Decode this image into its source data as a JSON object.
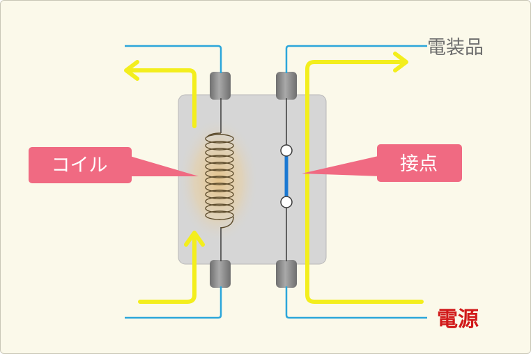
{
  "labels": {
    "coil": "コイル",
    "contact": "接点",
    "load": "電装品",
    "power": "電源"
  },
  "colors": {
    "background": "#fbf9ea",
    "housing": "#d6d6d6",
    "terminal": "#8c8c8c",
    "wire": "#2ba6da",
    "current_arrow": "#f3ee1d",
    "callout": "#f06a82",
    "callout_text": "#ffffff",
    "load_text": "#6e6e6e",
    "power_text": "#d11a1a",
    "coil": "#5b4a2a",
    "contact_bar": "#1a78d2"
  },
  "icons": {
    "coil": "coil-winding-icon",
    "contact": "relay-contact-icon",
    "flow": "current-flow-arrow-icon"
  }
}
